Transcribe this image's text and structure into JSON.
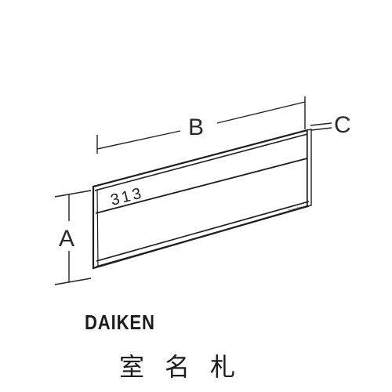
{
  "diagram": {
    "dimension_labels": {
      "width": "B",
      "depth": "C",
      "height": "A"
    },
    "plate_number": "313",
    "small_marking": "DAIKEN",
    "line_color": "#222222"
  },
  "caption": {
    "brand": "DAIKEN",
    "product_name": "室名札"
  }
}
